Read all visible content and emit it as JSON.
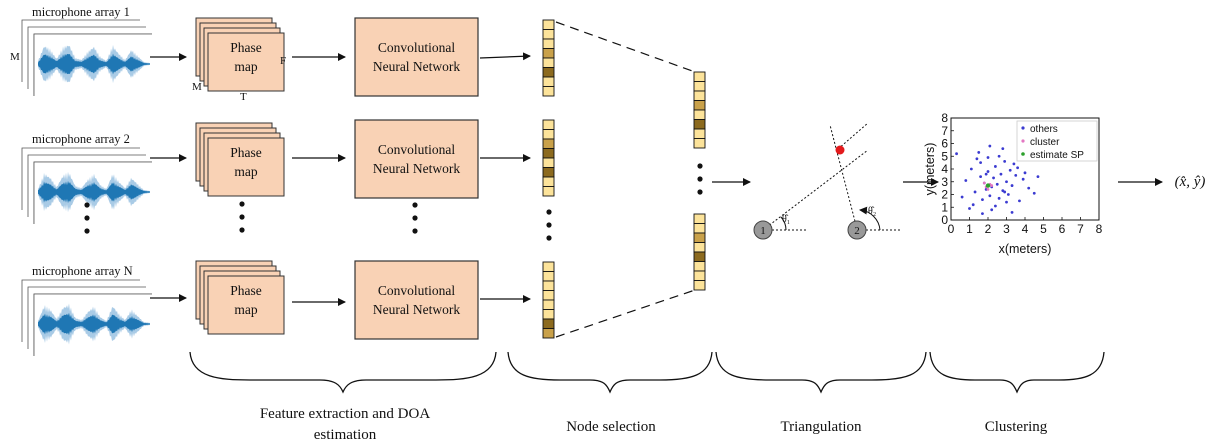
{
  "arrays": [
    {
      "label": "microphone array 1",
      "channel_label": "M"
    },
    {
      "label": "microphone array 2"
    },
    {
      "label": "microphone array N"
    }
  ],
  "phase_map": {
    "label_line1": "Phase",
    "label_line2": "map",
    "dim_f": "F",
    "dim_m": "M",
    "dim_t": "T"
  },
  "cnn": {
    "label_line1": "Convolutional",
    "label_line2": "Neural Network"
  },
  "triangulation": {
    "node1": "1",
    "node2": "2",
    "theta1": "θ̂₁",
    "theta2": "θ̂₂"
  },
  "clustering_chart": {
    "xlabel": "x(meters)",
    "ylabel": "y(meters)",
    "x_ticks": [
      "0",
      "1",
      "2",
      "3",
      "4",
      "5",
      "6",
      "7",
      "8"
    ],
    "y_ticks": [
      "0",
      "1",
      "2",
      "3",
      "4",
      "5",
      "6",
      "7",
      "8"
    ],
    "legend": [
      {
        "name": "others",
        "color": "#3b3bd1"
      },
      {
        "name": "cluster",
        "color": "#e377c2"
      },
      {
        "name": "estimate SP",
        "color": "#2ca02c"
      }
    ]
  },
  "output_label": "(x̂, ŷ)",
  "stages": [
    {
      "line1": "Feature extraction and DOA",
      "line2": "estimation"
    },
    {
      "line1": "Node selection"
    },
    {
      "line1": "Triangulation"
    },
    {
      "line1": "Clustering"
    }
  ],
  "colors": {
    "box_fill": "#f9d2b5",
    "box_stroke": "#333333",
    "wave": "#1f77b4",
    "wave_light": "#a9cbe6",
    "node_light": "#fce39a",
    "node_dark": "#8c6a1e",
    "source": "#e31a1c",
    "mic_node": "#999999"
  },
  "chart_data": {
    "type": "scatter",
    "xlabel": "x(meters)",
    "ylabel": "y(meters)",
    "xlim": [
      0,
      8
    ],
    "ylim": [
      0,
      8
    ],
    "grid": false,
    "legend_position": "top-right",
    "series": [
      {
        "name": "others",
        "color": "#3b3bd1",
        "x": [
          0.3,
          0.8,
          1.1,
          1.3,
          1.5,
          1.6,
          1.7,
          1.8,
          1.9,
          2.0,
          2.1,
          2.2,
          2.3,
          2.4,
          2.5,
          2.6,
          2.7,
          2.8,
          2.9,
          3.0,
          3.1,
          3.2,
          3.3,
          3.5,
          3.7,
          3.9,
          4.2,
          4.5,
          1.2,
          1.4,
          2.0,
          2.2,
          2.6,
          3.0,
          3.4,
          1.7,
          2.4,
          2.8,
          3.6,
          4.0,
          1.0,
          1.6,
          2.9,
          3.3,
          0.6,
          4.7,
          2.1,
          1.9
        ],
        "y": [
          5.2,
          3.1,
          4.0,
          2.2,
          5.3,
          3.4,
          1.6,
          2.9,
          2.4,
          3.8,
          1.9,
          2.6,
          3.3,
          4.2,
          2.8,
          1.7,
          3.6,
          2.3,
          4.6,
          3.0,
          2.0,
          3.9,
          2.7,
          3.5,
          1.5,
          3.2,
          2.5,
          2.1,
          1.2,
          4.8,
          4.9,
          0.8,
          5.0,
          1.4,
          4.4,
          0.5,
          1.1,
          5.6,
          4.1,
          3.7,
          0.9,
          4.5,
          2.2,
          0.6,
          1.8,
          3.4,
          5.8,
          3.6
        ]
      },
      {
        "name": "cluster",
        "color": "#e377c2",
        "x": [
          1.9,
          2.1,
          2.0,
          2.2,
          1.8
        ],
        "y": [
          2.6,
          2.8,
          2.4,
          2.7,
          2.9
        ]
      },
      {
        "name": "estimate SP",
        "color": "#2ca02c",
        "x": [
          2.0
        ],
        "y": [
          2.7
        ]
      }
    ]
  }
}
